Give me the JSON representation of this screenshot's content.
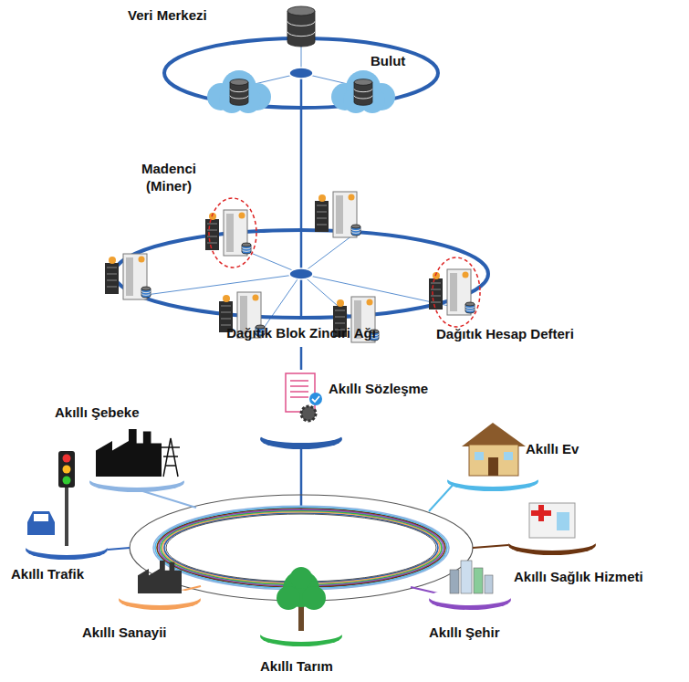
{
  "diagram": {
    "nodes": [
      {
        "text": [
          "Dağıtık Blok Zinciri Ağı"
        ]
      },
      {
        "text": [
          "Akıllı Sözleşme"
        ]
      },
      {
        "text": [
          "Akıllı Şebeke"
        ]
      },
      {
        "text": [
          "Akıllı Ev"
        ]
      },
      {
        "text": [
          "Akıllı Trafik"
        ]
      },
      {
        "text": [
          "Akıllı Sağlık Hizmeti"
        ]
      },
      {
        "text": [
          "Akıllı Sanayii"
        ]
      },
      {
        "text": [
          "Akıllı Şehir"
        ]
      },
      {
        "text": [
          "Akıllı Tarım"
        ]
      }
    ],
    "edges": [
      {
        "from": 0,
        "to": 1,
        "arrow": "none"
      }
    ],
    "labels": [
      "Veri Merkezi",
      "Bulut",
      "Madenci (Miner)",
      "Dağıtık Hesap Defteri"
    ]
  }
}
